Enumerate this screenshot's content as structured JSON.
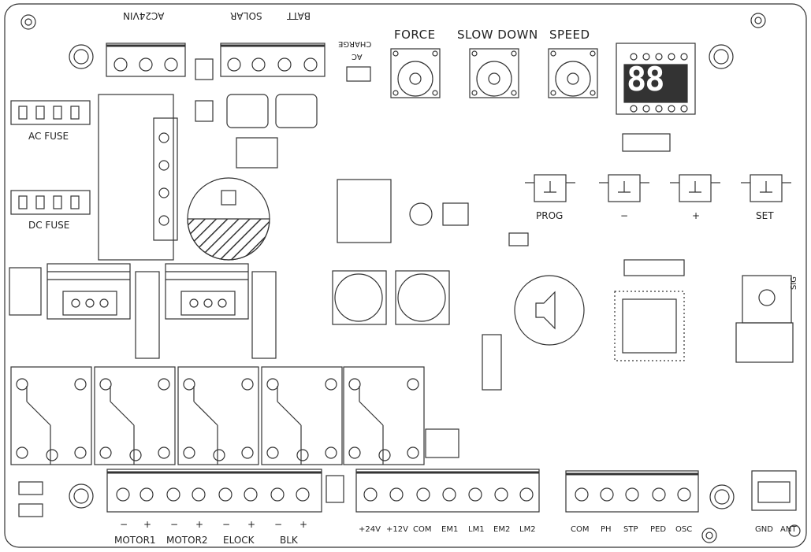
{
  "labels": {
    "ac24vin": "AC24VIN",
    "solar": "SOLAR",
    "batt": "BATT",
    "charge": "CHARGE",
    "ac": "AC",
    "force": "FORCE",
    "slow_down": "SLOW DOWN",
    "speed": "SPEED",
    "ac_fuse": "AC FUSE",
    "dc_fuse": "DC FUSE",
    "prog": "PROG",
    "minus": "−",
    "plus": "+",
    "set": "SET",
    "sig": "SIG",
    "display": "88"
  },
  "motor_terminals": {
    "groups": [
      "MOTOR1",
      "MOTOR2",
      "ELOCK",
      "BLK"
    ],
    "polarity_minus": "−",
    "polarity_plus": "+"
  },
  "power_terminals": [
    "+24V",
    "+12V",
    "COM",
    "EM1",
    "LM1",
    "EM2",
    "LM2"
  ],
  "input_terminals": [
    "COM",
    "PH",
    "STP",
    "PED",
    "OSC"
  ],
  "antenna_terminals": [
    "GND",
    "ANT"
  ]
}
